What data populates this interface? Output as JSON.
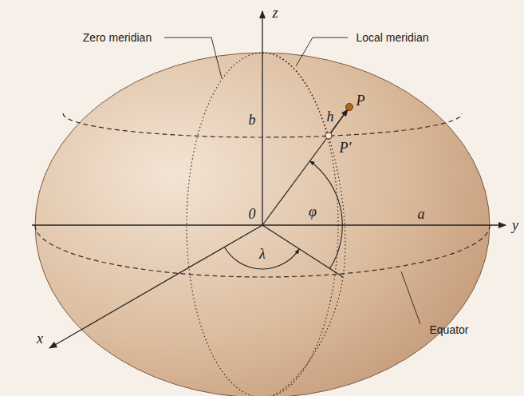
{
  "diagram": {
    "labels": [
      "z",
      "Zero meridian",
      "Local meridian",
      "b",
      "h",
      "P",
      "P'",
      "0",
      "φ",
      "a",
      "y",
      "λ",
      "x",
      "Equator"
    ]
  }
}
